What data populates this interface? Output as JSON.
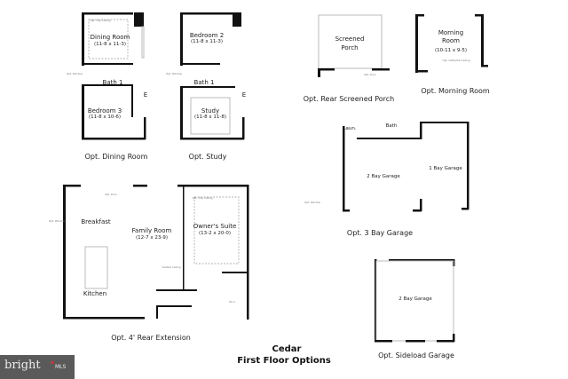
{
  "title": {
    "line1": "Cedar",
    "line2": "First Floor Options"
  },
  "plans": {
    "dining": {
      "caption": "Opt. Dining Room",
      "dining_room": "Dining Room",
      "dining_dim": "(11-8 x 11-3)",
      "bath": "Bath 1",
      "bedroom": "Bedroom 3",
      "bedroom_dim": "(11-8 x 10-6)",
      "tray": "Opt. Tray Ceiling",
      "window": "Opt. Window",
      "e": "E"
    },
    "study": {
      "caption": "Opt. Study",
      "bedroom": "Bedroom 2",
      "bedroom_dim": "(11-8 x 11-3)",
      "bath": "Bath 1",
      "study": "Study",
      "study_dim": "(11-8 x 11-8)",
      "window": "Opt. Window",
      "e": "E"
    },
    "porch": {
      "caption": "Opt. Rear Screened Porch",
      "line1": "Screened",
      "line2": "Porch",
      "door": "Opt. Door"
    },
    "morning": {
      "caption": "Opt. Morning Room",
      "line1": "Morning",
      "line2": "Room",
      "dim": "(10-11 x 9-5)",
      "ceiling": "Opt. Cathedral Ceiling"
    },
    "garage3": {
      "caption": "Opt. 3 Bay Garage",
      "laundry": "Laun.",
      "bath": "Bath",
      "two_bay": "2 Bay Garage",
      "one_bay": "1 Bay Garage",
      "window": "Opt. Window"
    },
    "sideload": {
      "caption": "Opt. Sideload Garage",
      "two_bay": "2 Bay Garage"
    },
    "extension": {
      "caption": "Opt. 4' Rear Extension",
      "breakfast": "Breakfast",
      "family": "Family Room",
      "family_dim": "(12-7 x 23-9)",
      "suite": "Owner's Suite",
      "suite_dim": "(13-2 x 20-0)",
      "kitchen": "Kitchen",
      "tray": "Opt. Tray Ceiling",
      "door": "Opt. Door",
      "window": "Opt. Window",
      "vaulted": "Vaulted Ceiling",
      "wic": "W.I.C."
    }
  },
  "watermark": {
    "text": "bright",
    "suffix": "MLS"
  }
}
